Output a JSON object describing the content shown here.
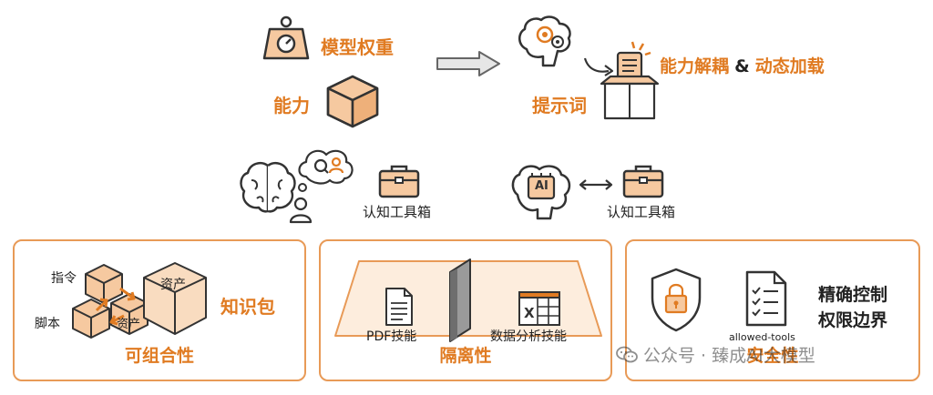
{
  "top_left": {
    "model_weights_label": "模型权重",
    "capability_label": "能力"
  },
  "top_right": {
    "prompt_label": "提示词",
    "decouple_label_a": "能力解耦",
    "decouple_amp": "&",
    "decouple_label_b": "动态加载"
  },
  "middle_left": {
    "toolbox_label": "认知工具箱"
  },
  "middle_right": {
    "toolbox_label": "认知工具箱",
    "ai_chip_text": "AI"
  },
  "panels": {
    "composability": {
      "title": "可组合性",
      "cube_top_label": "指令",
      "cube_left_label": "脚本",
      "cube_mid_label": "资产",
      "cube_big_label": "资产",
      "package_label": "知识包"
    },
    "isolation": {
      "title": "隔离性",
      "pdf_label": "PDF技能",
      "data_label": "数据分析技能",
      "excel_glyph": "X"
    },
    "security": {
      "title": "安全性",
      "tool_label": "allowed-tools",
      "precise_label_line1": "精确控制",
      "precise_label_line2": "权限边界"
    }
  },
  "watermark": "公众号 · 臻成AI大模型",
  "colors": {
    "accent": "#e07b22",
    "border": "#e89a57",
    "fill": "#f6c9a0",
    "line": "#333333"
  }
}
